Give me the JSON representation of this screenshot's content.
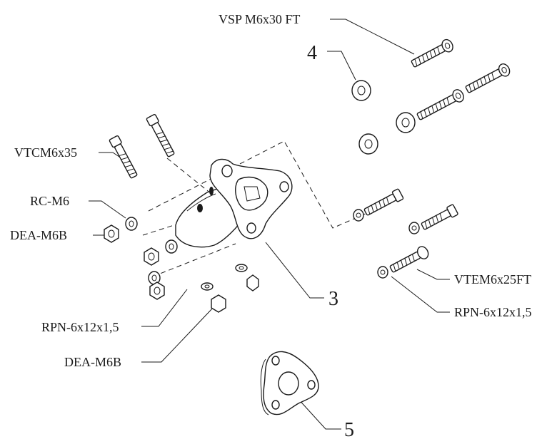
{
  "labels": {
    "vsp_bolt": "VSP M6x30 FT",
    "num_4": "4",
    "vtcm_bolt": "VTCM6x35",
    "rc_washer": "RC-M6",
    "dea_nut_left": "DEA-M6B",
    "num_3": "3",
    "vtem_bolt": "VTEM6x25FT",
    "rpn_washer_right": "RPN-6x12x1,5",
    "rpn_washer_bottom": "RPN-6x12x1,5",
    "dea_nut_bottom": "DEA-M6B",
    "num_5": "5"
  },
  "icons": {
    "bolt": "hex-bolt-icon",
    "washer": "flat-washer-icon",
    "nut": "hex-nut-icon",
    "bracket": "mounting-bracket",
    "flange": "triangular-flange"
  }
}
